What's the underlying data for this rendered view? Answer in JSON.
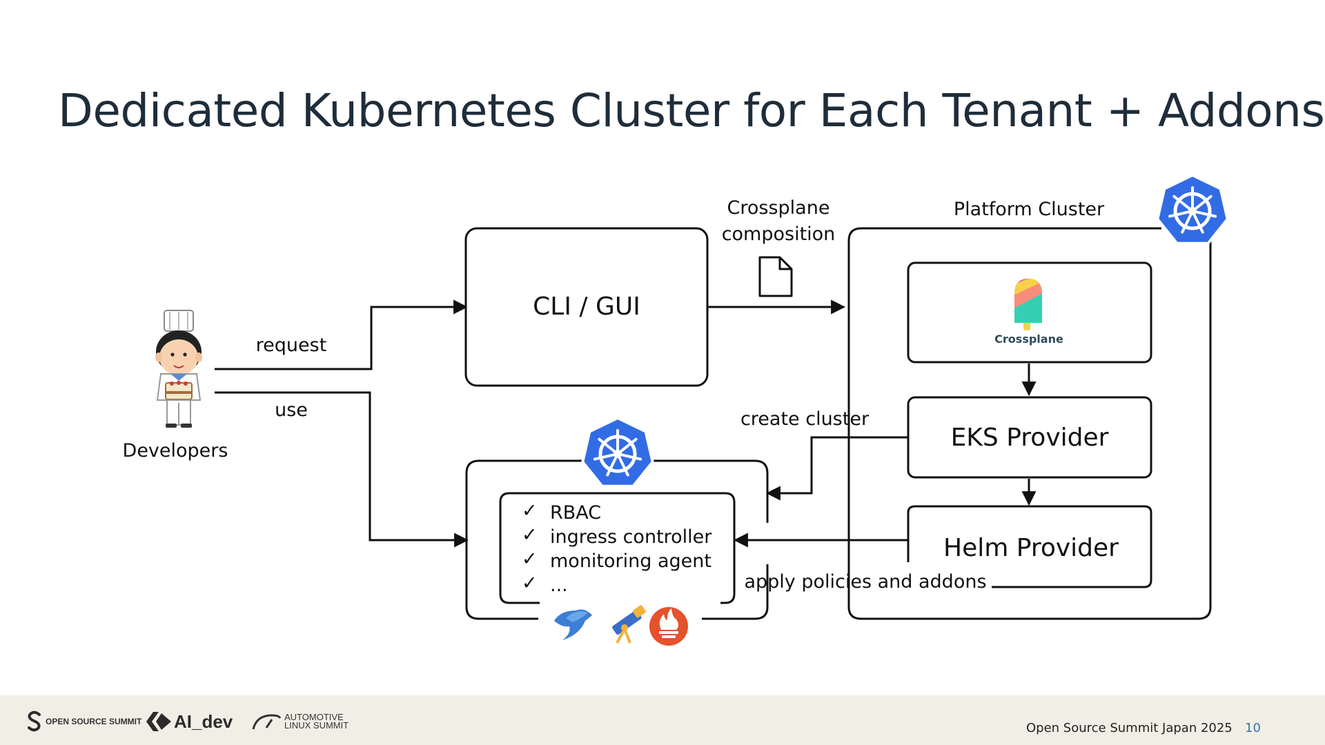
{
  "slide": {
    "title": "Dedicated Kubernetes Cluster for Each Tenant + Addons",
    "page_number": "10",
    "conference": "Open Source Summit Japan 2025"
  },
  "diagram": {
    "actor_label": "Developers",
    "edge_request": "request",
    "edge_use": "use",
    "cli_gui_label": "CLI / GUI",
    "composition_label_line1": "Crossplane",
    "composition_label_line2": "composition",
    "platform_cluster_label": "Platform Cluster",
    "crossplane_logo_text": "Crossplane",
    "eks_provider_label": "EKS Provider",
    "helm_provider_label": "Helm Provider",
    "edge_create_cluster": "create cluster",
    "edge_apply": "apply policies and addons",
    "addons": [
      "RBAC",
      "ingress controller",
      "monitoring agent",
      "..."
    ],
    "check_glyph": "✓"
  },
  "footer_logos": {
    "oss": "OPEN SOURCE SUMMIT",
    "ai_dev": "AI_dev",
    "als_line1": "AUTOMOTIVE",
    "als_line2": "LINUX SUMMIT"
  },
  "colors": {
    "k8s_blue": "#326ce5",
    "footer_bg": "#f1efe5",
    "page_number": "#3b6fb0"
  },
  "icons": [
    "developer-chef-icon",
    "document-icon",
    "kubernetes-icon",
    "crossplane-icon",
    "fluentbit-bird-icon",
    "telescope-icon",
    "prometheus-icon"
  ]
}
